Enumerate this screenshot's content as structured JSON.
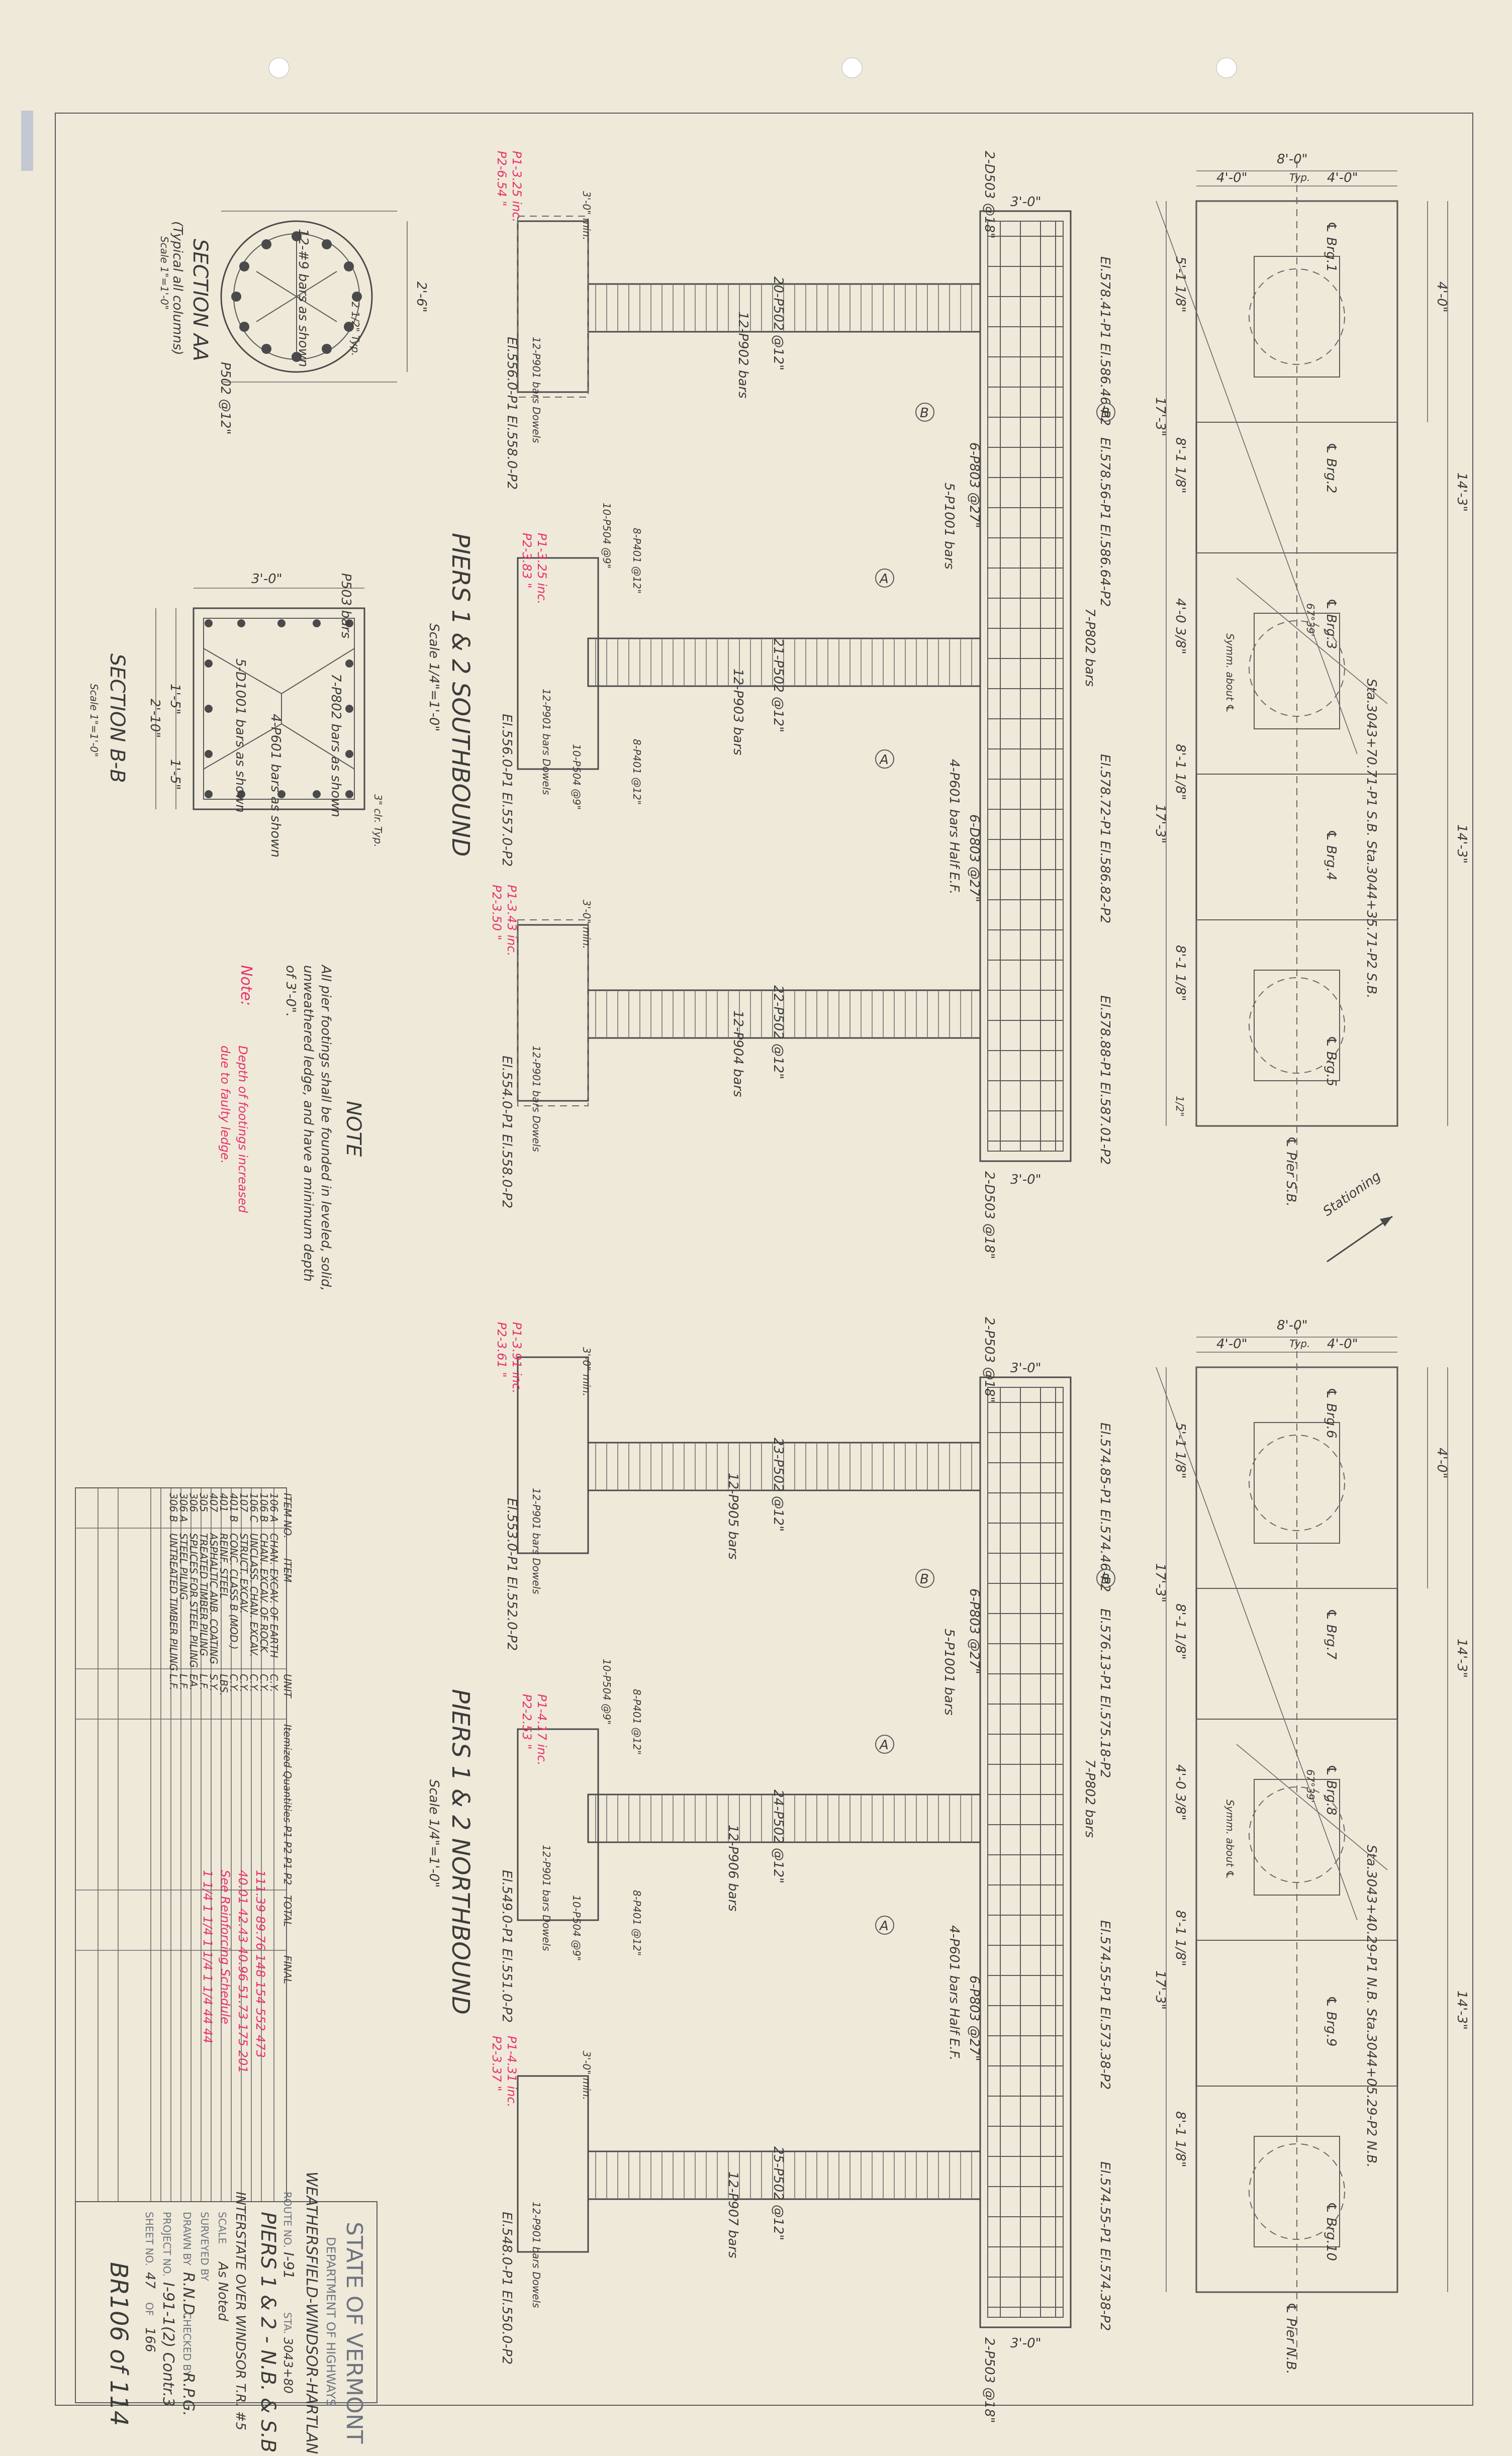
{
  "drawing": {
    "sections": {
      "aa_title": "SECTION AA",
      "aa_sub": "(Typical all columns)",
      "aa_scale": "Scale 1\"=1'-0\"",
      "aa_bars": "12-#9 bars as shown",
      "aa_dia": "2'-6\"",
      "aa_spiral": "P502 @12\"",
      "aa_cov": "2 1/2\" Typ.",
      "bb_title": "SECTION B-B",
      "bb_scale": "Scale 1\"=1'-0\"",
      "bb_width": "3'-0\"",
      "bb_depth": "2'-10\"",
      "bb_half": "1'-5\"",
      "bb_bars_top": "P503 bars",
      "bb_bars_a": "7-P802 bars as shown",
      "bb_bars_b": "5-D1001 bars as shown",
      "bb_bars_c": "4-P601 bars as shown",
      "bb_cov": "3\" clr. Typ."
    },
    "note": {
      "title": "NOTE",
      "text1": "All pier footings shall be founded in leveled, solid,",
      "text2": "unweathered ledge, and have a minimum depth",
      "text3": "of 3'-0\".",
      "red_label": "Note:",
      "red_text1": "Depth of footings increased",
      "red_text2": "due to faulty ledge."
    },
    "sb": {
      "title": "PIERS 1 & 2 SOUTHBOUND",
      "scale": "Scale 1/4\"=1'-0\"",
      "cap_top": "2-D503 @18\"",
      "cap_bot": "2-D503 @18\"",
      "cap_w": "3'-0\"",
      "cap_w2": "3'-0\"",
      "stirrups": "6-P803 @27\"",
      "stirrups2": "6-D803 @27\"",
      "p1001": "5-P1001 bars",
      "p802": "7-P802 bars",
      "p601": "4-P601 bars Half E.F.",
      "footing_min": "3'-0\" min.",
      "footing_min2": "3'-0\" min.",
      "ftg1": "3'-0\"",
      "col1_spiral": "20-P502 @12\"",
      "col1_bars": "12-P902 bars",
      "col1_dowels": "12-P901 bars Dowels",
      "col1_el": "El.556.0-P1 El.558.0-P2",
      "col1_red_a": "P1-3.25 inc.",
      "col1_red_b": "P2-6.54 \"",
      "col2_spiral": "21-P502 @12\"",
      "col2_bars": "12-P903 bars",
      "col2_dowels": "12-P901 bars Dowels",
      "col2_el": "El.556.0-P1 El.557.0-P2",
      "col2_red_a": "P1-3.25 inc.",
      "col2_red_b": "P2-3.83 \"",
      "col2_s1": "8-P401 @12\"",
      "col2_s2": "10-P504 @9\"",
      "col2_s3": "8-P401 @12\"",
      "col2_s4": "10-P504 @9\"",
      "col3_spiral": "22-P502 @12\"",
      "col3_bars": "12-P904 bars",
      "col3_dowels": "12-P901 bars Dowels",
      "col3_el": "El.554.0-P1 El.558.0-P2",
      "col3_red_a": "P1-3.43 inc.",
      "col3_red_b": "P2-3.50 \"",
      "capel1": "El.578.41-P1 El.586.46-P2",
      "capel2": "El.578.56-P1 El.586.64-P2",
      "capel3": "El.578.72-P1 El.586.82-P2",
      "capel4": "El.578.88-P1 El.587.01-P2",
      "sec_a": "A",
      "sec_b": "B"
    },
    "nb": {
      "title": "PIERS 1 & 2 NORTHBOUND",
      "scale": "Scale 1/4\"=1'-0\"",
      "cap_top": "2-P503 @18\"",
      "cap_bot": "2-P503 @18\"",
      "cap_w": "3'-0\"",
      "cap_w2": "3'-0\"",
      "stirrups": "6-P803 @27\"",
      "stirrups2": "6-P803 @27\"",
      "p1001": "5-P1001 bars",
      "p802": "7-P802 bars",
      "p601": "4-P601 bars Half E.F.",
      "footing_min": "3'-0\" min.",
      "footing_min2": "3'-0\" min.",
      "col1_spiral": "23-P502 @12\"",
      "col1_bars": "12-P905 bars",
      "col1_dowels": "12-P901 bars Dowels",
      "col1_el": "El.553.0-P1 El.552.0-P2",
      "col1_red_a": "P1-3.91 inc.",
      "col1_red_b": "P2-3.61 \"",
      "col2_spiral": "24-P502 @12\"",
      "col2_bars": "12-P906 bars",
      "col2_dowels": "12-P901 bars Dowels",
      "col2_el": "El.549.0-P1 El.551.0-P2",
      "col2_red_a": "P1-4.17 inc.",
      "col2_red_b": "P2-2.53 \"",
      "col2_s1": "8-P401 @12\"",
      "col2_s2": "10-P504 @9\"",
      "col2_s3": "8-P401 @12\"",
      "col2_s4": "10-P504 @9\"",
      "col3_spiral": "25-P502 @12\"",
      "col3_bars": "12-P907 bars",
      "col3_dowels": "12-P901 bars Dowels",
      "col3_el": "El.548.0-P1 El.550.0-P2",
      "col3_red_a": "P1-4.31 inc.",
      "col3_red_b": "P2-3.37 \"",
      "capel1": "El.574.85-P1 El.574.46-P2",
      "capel2": "El.576.13-P1 El.575.18-P2",
      "capel3": "El.574.55-P1 El.573.38-P2",
      "capel4": "El.574.55-P1 El.574.38-P2",
      "sec_a": "A",
      "sec_b": "B"
    },
    "plans": {
      "sb_sta": "Sta.3043+70.71-P1 S.B. Sta.3044+35.71-P2 S.B.",
      "nb_sta": "Sta.3043+40.29-P1 N.B. Sta.3044+05.29-P2 N.B.",
      "total_w": "8'-0\"",
      "half": "4'-0\"",
      "half2": "4'-0\"",
      "typ": "Typ.",
      "len_span": "14'-3\"",
      "len_span2": "14'-3\"",
      "len_a": "5'-1 1/8\"",
      "len_b": "17'-3\"",
      "len_c": "8'-1 1/8\"",
      "len_d": "4'-0 3/8\"",
      "len_e": "17'-3\"",
      "len_f": "8'-1 1/8\"",
      "len_g": "1/2\"",
      "angle": "67°39'",
      "symm": "Symm. about ℄",
      "brg1": "℄ Brg.1",
      "brg2": "℄ Brg.2",
      "brg3": "℄ Brg.3",
      "brg4": "℄ Brg.4",
      "brg5": "℄ Brg.5",
      "brg6": "℄ Brg.6",
      "brg7": "℄ Brg.7",
      "brg8": "℄ Brg.8",
      "brg9": "℄ Brg.9",
      "brg10": "℄ Brg.10",
      "pier_sb": "℄ Pier S.B.",
      "pier_nb": "℄ Pier N.B.",
      "stationing": "Stationing"
    },
    "quantities": {
      "headers": [
        "ITEM NO.",
        "ITEM",
        "UNIT",
        "Itemized Quantities P1 P2 P1 P2",
        "TOTAL",
        "FINAL"
      ],
      "rows": [
        [
          "106 A",
          "CHAN. EXCAV. OF EARTH",
          "C.Y."
        ],
        [
          "106 B",
          "CHAN. EXCAV. OF ROCK",
          "C.Y."
        ],
        [
          "106 C",
          "UNCLASS. CHAN. EXCAV.",
          "C.Y."
        ],
        [
          "107",
          "STRUCT. EXCAV.",
          "C.Y."
        ],
        [
          "401 B",
          "CONC. CLASS B (MOD.)",
          "C.Y."
        ],
        [
          "401",
          "REINF. STEEL",
          "LBS."
        ],
        [
          "407",
          "ASPHALTIC ANB. COATING",
          "S.Y."
        ],
        [
          "305",
          "TREATED TIMBER PILING",
          "L.F."
        ],
        [
          "306",
          "SPLICES FOR STEEL PILING",
          "EA."
        ],
        [
          "306 A",
          "STEEL PILING",
          "L.F."
        ],
        [
          "306 B",
          "UNTREATED TIMBER PILING",
          "L.F."
        ]
      ],
      "red_row1": "111.39 89.76 148 154 552 473",
      "red_row2": "40.01 42.43 40.96 51.73 175 201",
      "red_row3": "See Reinforcing Schedule",
      "red_row4": "1 1/4 1 1/4 1 1/4 1 1/4 44 44"
    },
    "title_block": {
      "state": "STATE OF VERMONT",
      "dept": "DEPARTMENT OF HIGHWAYS",
      "project": "WEATHERSFIELD-WINDSOR-HARTLAND",
      "route_label": "ROUTE NO.",
      "route": "I-91",
      "sta_label": "STA.",
      "sta": "3043+80",
      "title": "PIERS 1 & 2 - N.B. & S.B.",
      "subtitle": "INTERSTATE OVER WINDSOR T.R. #5",
      "scale_label": "SCALE",
      "scale": "As Noted",
      "surveyed": "SURVEYED BY",
      "drawn_label": "DRAWN BY",
      "drawn": "R.N.D.",
      "checked_label": "CHECKED BY",
      "checked": "R.P.G.",
      "project_no_label": "PROJECT NO.",
      "project_no": "I-91-1(2) Contr.3",
      "sheet_label": "SHEET NO.",
      "sheet": "47",
      "of_label": "OF",
      "of": "166",
      "bottom": "BR106 of 114"
    }
  },
  "colors": {
    "paper": "#efe9d9",
    "ink": "#4a4a4a",
    "red": "#e8306a",
    "stamp": "#6e7480"
  }
}
